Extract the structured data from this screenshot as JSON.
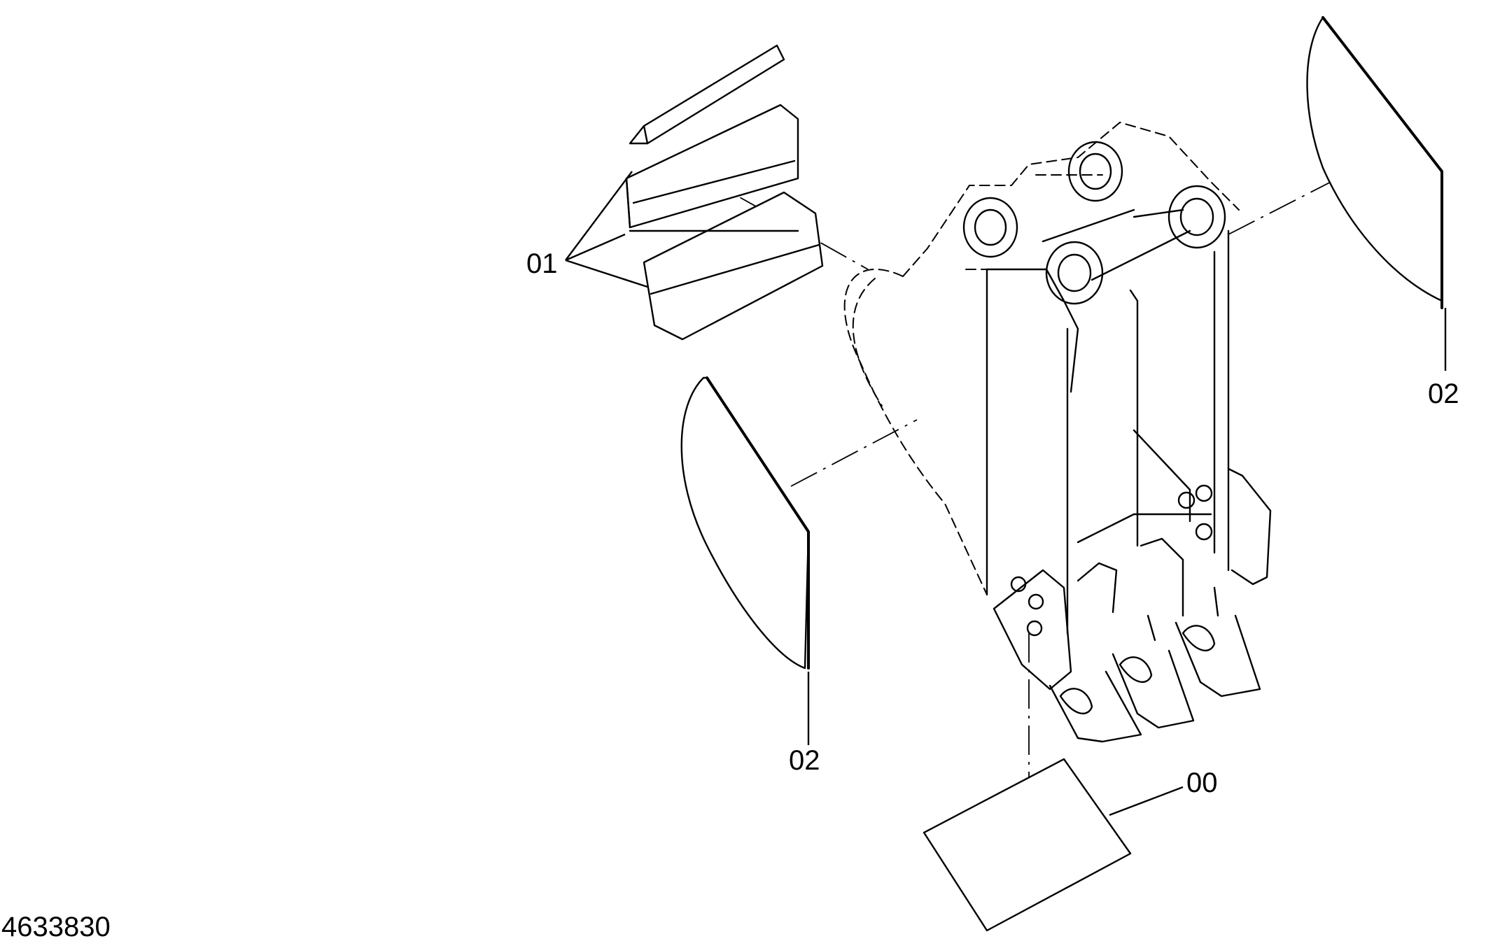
{
  "drawing_number": "4633830",
  "callouts": {
    "wear_plates": "01",
    "side_decal_left": "02",
    "side_decal_right": "02",
    "label_plate": "00"
  },
  "icons": {
    "bucket": "excavator-bucket-icon",
    "plate": "decal-plate-icon"
  },
  "colors": {
    "line": "#000000",
    "background": "#ffffff"
  }
}
